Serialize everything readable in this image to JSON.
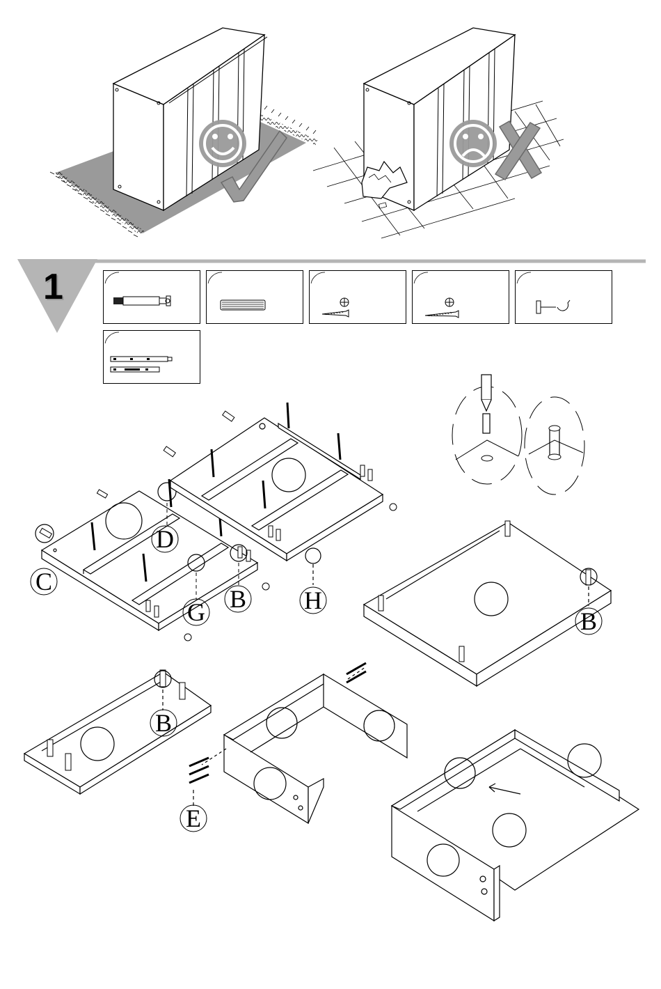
{
  "step": {
    "number": "1"
  },
  "parts": [
    {
      "id": "A",
      "qty": "",
      "icon": "cam-bolt-icon"
    },
    {
      "id": "B",
      "qty": "",
      "icon": "wood-dowel-icon"
    },
    {
      "id": "C",
      "qty": "",
      "icon": "short-screw-icon"
    },
    {
      "id": "D",
      "qty": "",
      "icon": "long-screw-icon"
    },
    {
      "id": "E",
      "qty": "",
      "icon": "cam-lock-icon"
    },
    {
      "id": "F",
      "qty": "",
      "icon": "drawer-runner-icon"
    }
  ],
  "callouts": {
    "c": "C",
    "d": "D",
    "g": "G",
    "b1": "B",
    "h": "H",
    "b2": "B",
    "b3": "B",
    "e": "E"
  },
  "colors": {
    "line": "#000000",
    "shadow": "#9a9a9a",
    "rule": "#b5b5b5"
  }
}
